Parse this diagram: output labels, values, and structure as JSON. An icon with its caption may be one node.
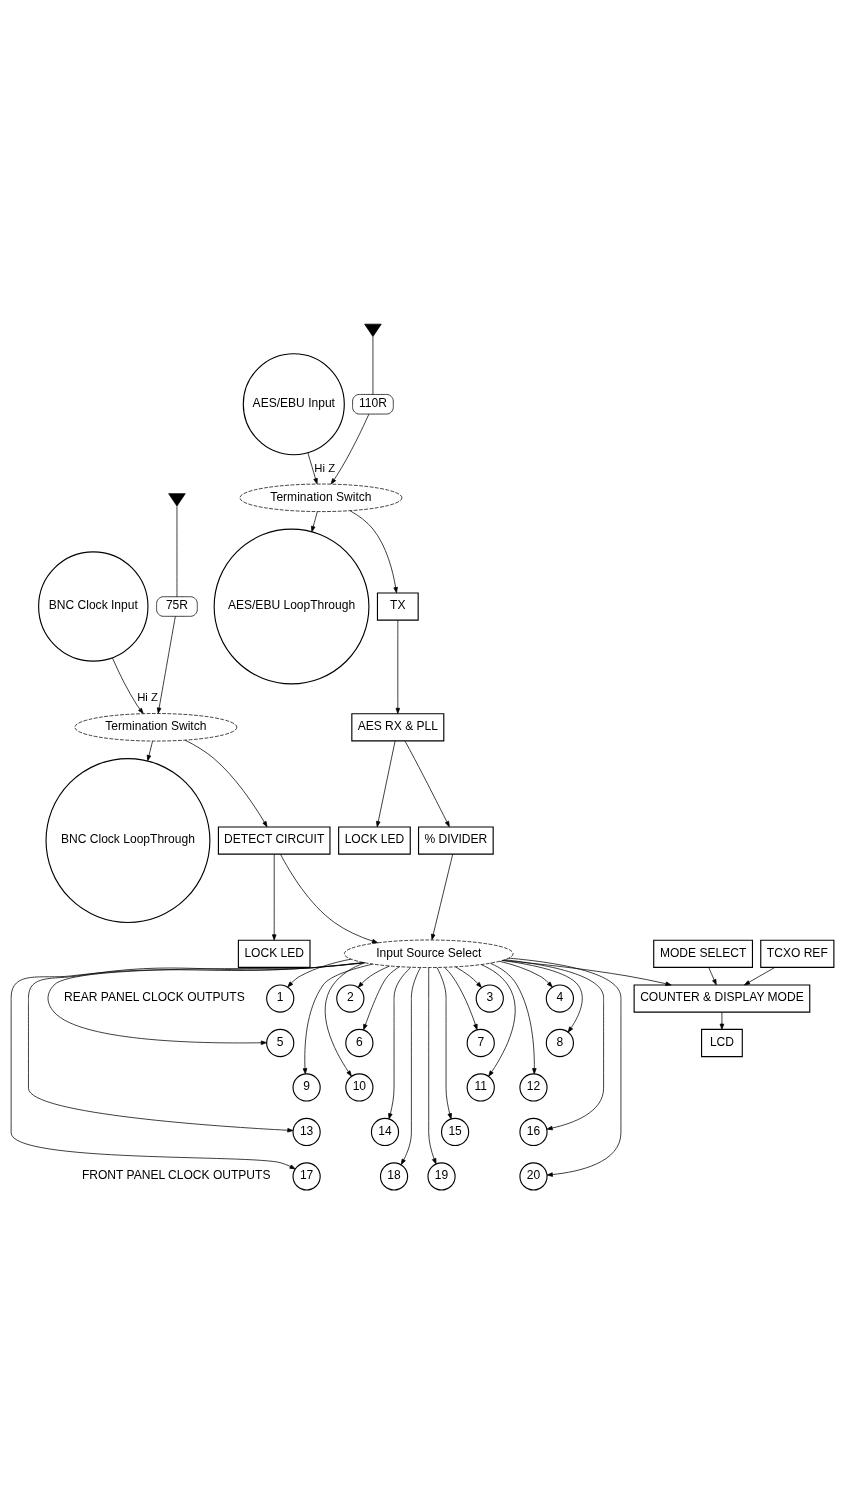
{
  "diagram": {
    "nodes": [
      {
        "text": [
          "BNC Clock Input"
        ]
      },
      {
        "text": [
          "Termination Switch"
        ]
      },
      {
        "text": [
          "75R"
        ]
      },
      {
        "text": [],
        "shape": "ground"
      },
      {
        "text": [
          "BNC Clock LoopThrough"
        ]
      },
      {
        "text": [
          "DETECT CIRCUIT"
        ]
      },
      {
        "text": [
          "LOCK LED"
        ]
      },
      {
        "text": [
          "AES/EBU Input"
        ]
      },
      {
        "text": [
          "Termination Switch"
        ]
      },
      {
        "text": [
          "110R"
        ]
      },
      {
        "text": [],
        "shape": "ground"
      },
      {
        "text": [
          "AES/EBU LoopThrough"
        ]
      },
      {
        "text": [
          "TX"
        ]
      },
      {
        "text": [
          "AES RX & PLL"
        ]
      },
      {
        "text": [
          "LOCK LED"
        ]
      },
      {
        "text": [
          "% DIVIDER"
        ]
      },
      {
        "text": [
          "Input Source Select"
        ]
      },
      {
        "text": [
          "TCXO REF"
        ]
      },
      {
        "text": [
          "MODE SELECT"
        ]
      },
      {
        "text": [
          "COUNTER & DISPLAY MODE"
        ]
      },
      {
        "text": [
          "LCD"
        ]
      },
      {
        "text": [
          "1"
        ]
      },
      {
        "text": [
          "2"
        ]
      },
      {
        "text": [
          "3"
        ]
      },
      {
        "text": [
          "4"
        ]
      },
      {
        "text": [
          "5"
        ]
      },
      {
        "text": [
          "6"
        ]
      },
      {
        "text": [
          "7"
        ]
      },
      {
        "text": [
          "8"
        ]
      },
      {
        "text": [
          "9"
        ]
      },
      {
        "text": [
          "10"
        ]
      },
      {
        "text": [
          "11"
        ]
      },
      {
        "text": [
          "12"
        ]
      },
      {
        "text": [
          "13"
        ]
      },
      {
        "text": [
          "14"
        ]
      },
      {
        "text": [
          "15"
        ]
      },
      {
        "text": [
          "16"
        ]
      },
      {
        "text": [
          "17"
        ]
      },
      {
        "text": [
          "18"
        ]
      },
      {
        "text": [
          "19"
        ]
      },
      {
        "text": [
          "20"
        ]
      }
    ],
    "edges": [
      {
        "from": 0,
        "to": 1,
        "arrow": "to",
        "label": "Hi Z"
      },
      {
        "from": 3,
        "to": 2,
        "arrow": "none"
      },
      {
        "from": 2,
        "to": 1,
        "arrow": "to"
      },
      {
        "from": 1,
        "to": 4,
        "arrow": "to"
      },
      {
        "from": 1,
        "to": 5,
        "arrow": "to"
      },
      {
        "from": 5,
        "to": 6,
        "arrow": "to"
      },
      {
        "from": 5,
        "to": 16,
        "arrow": "to"
      },
      {
        "from": 7,
        "to": 8,
        "arrow": "to",
        "label": "Hi Z"
      },
      {
        "from": 10,
        "to": 9,
        "arrow": "none"
      },
      {
        "from": 9,
        "to": 8,
        "arrow": "to"
      },
      {
        "from": 8,
        "to": 11,
        "arrow": "to"
      },
      {
        "from": 8,
        "to": 12,
        "arrow": "to"
      },
      {
        "from": 12,
        "to": 13,
        "arrow": "to"
      },
      {
        "from": 13,
        "to": 14,
        "arrow": "to"
      },
      {
        "from": 13,
        "to": 15,
        "arrow": "to"
      },
      {
        "from": 15,
        "to": 16,
        "arrow": "to"
      },
      {
        "from": 16,
        "to": 19,
        "arrow": "to"
      },
      {
        "from": 17,
        "to": 19,
        "arrow": "to"
      },
      {
        "from": 18,
        "to": 19,
        "arrow": "to"
      },
      {
        "from": 19,
        "to": 20,
        "arrow": "to"
      },
      {
        "from": 16,
        "to": 21,
        "arrow": "to"
      },
      {
        "from": 16,
        "to": 22,
        "arrow": "to"
      },
      {
        "from": 16,
        "to": 23,
        "arrow": "to"
      },
      {
        "from": 16,
        "to": 24,
        "arrow": "to"
      },
      {
        "from": 16,
        "to": 25,
        "arrow": "to"
      },
      {
        "from": 16,
        "to": 26,
        "arrow": "to"
      },
      {
        "from": 16,
        "to": 27,
        "arrow": "to"
      },
      {
        "from": 16,
        "to": 28,
        "arrow": "to"
      },
      {
        "from": 16,
        "to": 29,
        "arrow": "to"
      },
      {
        "from": 16,
        "to": 30,
        "arrow": "to"
      },
      {
        "from": 16,
        "to": 31,
        "arrow": "to"
      },
      {
        "from": 16,
        "to": 32,
        "arrow": "to"
      },
      {
        "from": 16,
        "to": 33,
        "arrow": "to"
      },
      {
        "from": 16,
        "to": 34,
        "arrow": "to"
      },
      {
        "from": 16,
        "to": 35,
        "arrow": "to"
      },
      {
        "from": 16,
        "to": 36,
        "arrow": "to"
      },
      {
        "from": 16,
        "to": 37,
        "arrow": "to"
      },
      {
        "from": 16,
        "to": 38,
        "arrow": "to"
      },
      {
        "from": 16,
        "to": 39,
        "arrow": "to"
      },
      {
        "from": 16,
        "to": 40,
        "arrow": "to"
      }
    ],
    "labels": [
      "REAR PANEL CLOCK OUTPUTS",
      "FRONT PANEL CLOCK OUTPUTS"
    ]
  }
}
